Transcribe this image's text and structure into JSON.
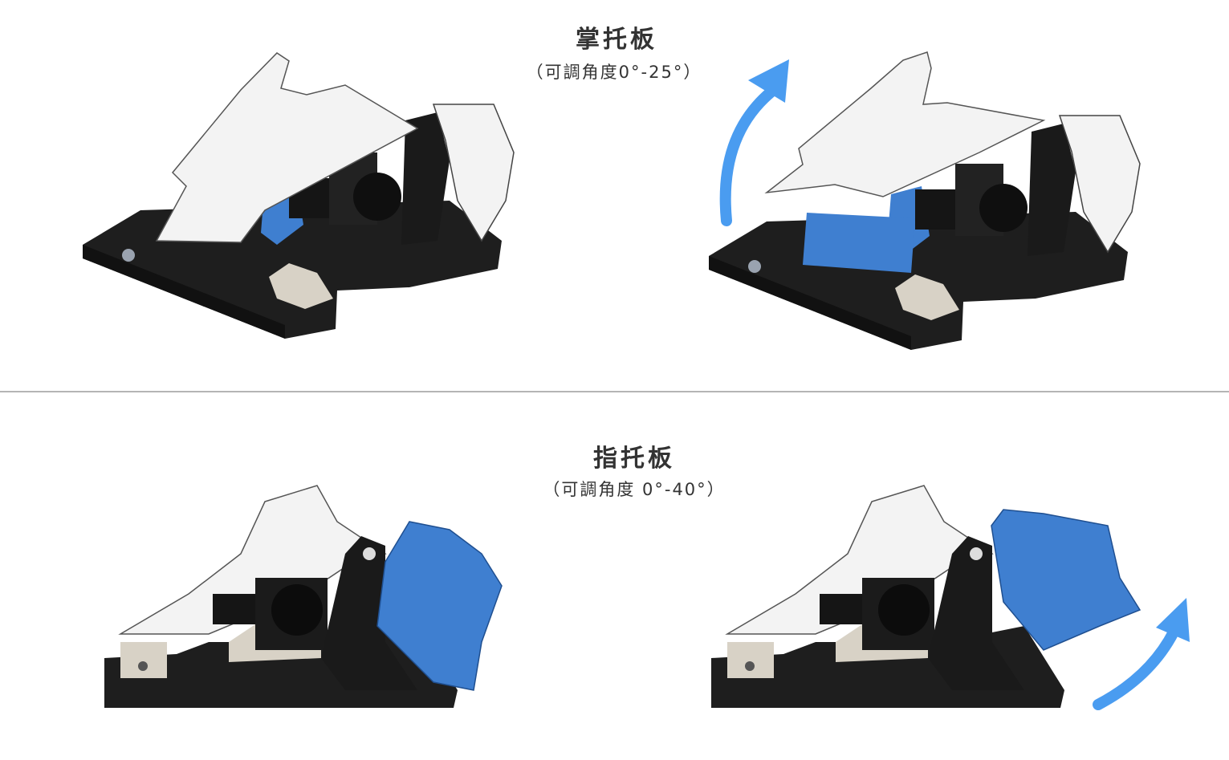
{
  "palm_rest": {
    "title": "掌托板",
    "subtitle": "（可調角度0°-25°）"
  },
  "finger_rest": {
    "title": "指托板",
    "subtitle": "（可調角度 0°-40°）"
  },
  "colors": {
    "accent_blue": "#3f7fd0",
    "arrow_blue": "#4a9cf0",
    "base_black": "#1e1e1e",
    "palm_white": "#f2f2f2",
    "stand_beige": "#d8d2c6"
  },
  "icons": [
    "rotate-up-arrow-icon",
    "rotate-up-arrow-icon"
  ]
}
